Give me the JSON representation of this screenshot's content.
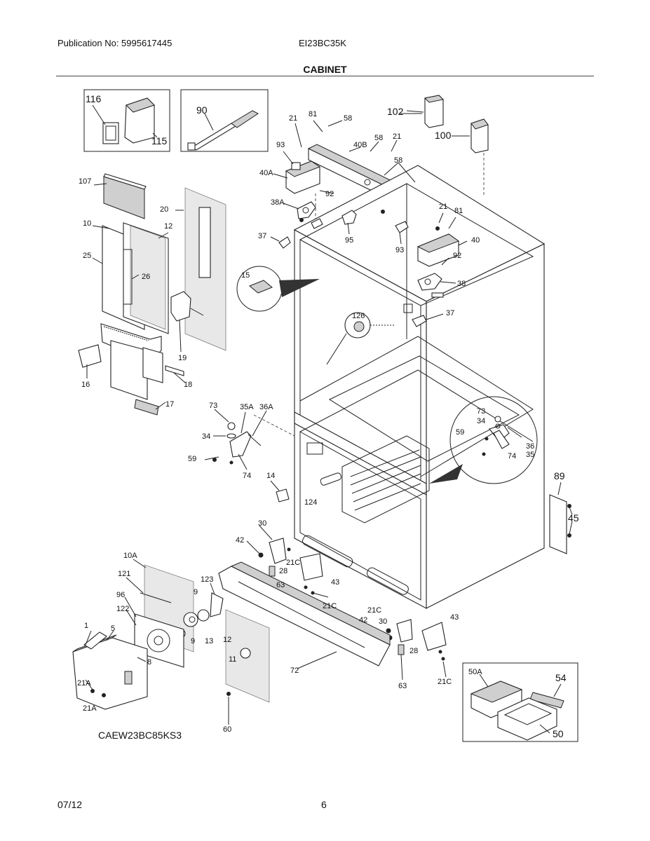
{
  "header": {
    "publication": "Publication No: 5995617445",
    "model": "EI23BC35K",
    "section_title": "CABINET"
  },
  "footer": {
    "date": "07/12",
    "page": "6"
  },
  "diagram": {
    "drawing_code": "CAEW23BC85KS3",
    "callouts": [
      "116",
      "115",
      "90",
      "107",
      "20",
      "10",
      "12",
      "25",
      "26",
      "19",
      "16",
      "18",
      "17",
      "21",
      "81",
      "58",
      "93",
      "40A",
      "40B",
      "38A",
      "92",
      "37",
      "95",
      "102",
      "100",
      "40",
      "38",
      "15",
      "126",
      "73",
      "35A",
      "36A",
      "34",
      "59",
      "74",
      "14",
      "124",
      "89",
      "45",
      "36",
      "35",
      "30",
      "42",
      "21C",
      "28",
      "63",
      "43",
      "10A",
      "121",
      "123",
      "96",
      "9",
      "122",
      "13",
      "11",
      "1",
      "5",
      "8",
      "72",
      "21A",
      "60",
      "50A",
      "54",
      "50"
    ]
  }
}
